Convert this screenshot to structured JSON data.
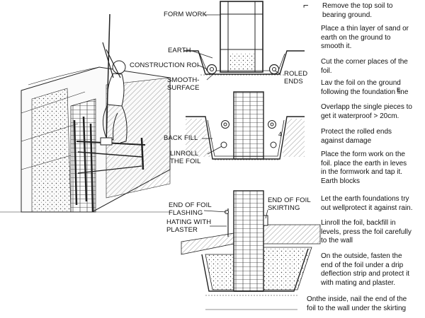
{
  "labels": {
    "form_work": "FORM WORK",
    "earth": "EARTH",
    "construction_roll": "CONSTRUCTION ROI",
    "smooth_surface": "SMOOTH-\nSURFACE",
    "roled_ends": "ROLED\nENDS",
    "back_fill": "BACK FILL",
    "linroll_the_foil": "LINROLL\nTHE FOIL",
    "end_of_foil_flashing": "END OF FOIL\nFLASHING",
    "hating_with_plaster": "HATING WITH\nPLASTER",
    "end_of_foil_skirting": "END OF FOIL\nSKIRTING"
  },
  "markers": {
    "bracket_note": "⌐",
    "small_e": "E",
    "small_4": "4"
  },
  "steps": [
    "Remove the top soil to\nbearing ground.",
    "Place a thin layer of sand or\nearth on the ground to\nsmooth it.",
    "Cut the corner places of the\nfoil.",
    "Lav the foil on the ground\nfollowing the foundation line",
    "Overlapp the single pieces to\nget it waterproof > 20cm.",
    "Protect the rolled ends\nagainst damage",
    "Place the form work on the\nfoil. place the earth in leves\nin the formwork and tap it.\nEarth blocks",
    "Let the earth foundations try\nout wellprotect it against rain.",
    "Linroll the foil, backfill in\nlevels, press the foil carefully\nto the wall",
    "On the outside, fasten the\nend of the foil under a drip\ndeflection strip and protect it\nwith mating and plaster.",
    "Onthe inside, nail the end of the\nfoil to the wall under the skirting"
  ]
}
